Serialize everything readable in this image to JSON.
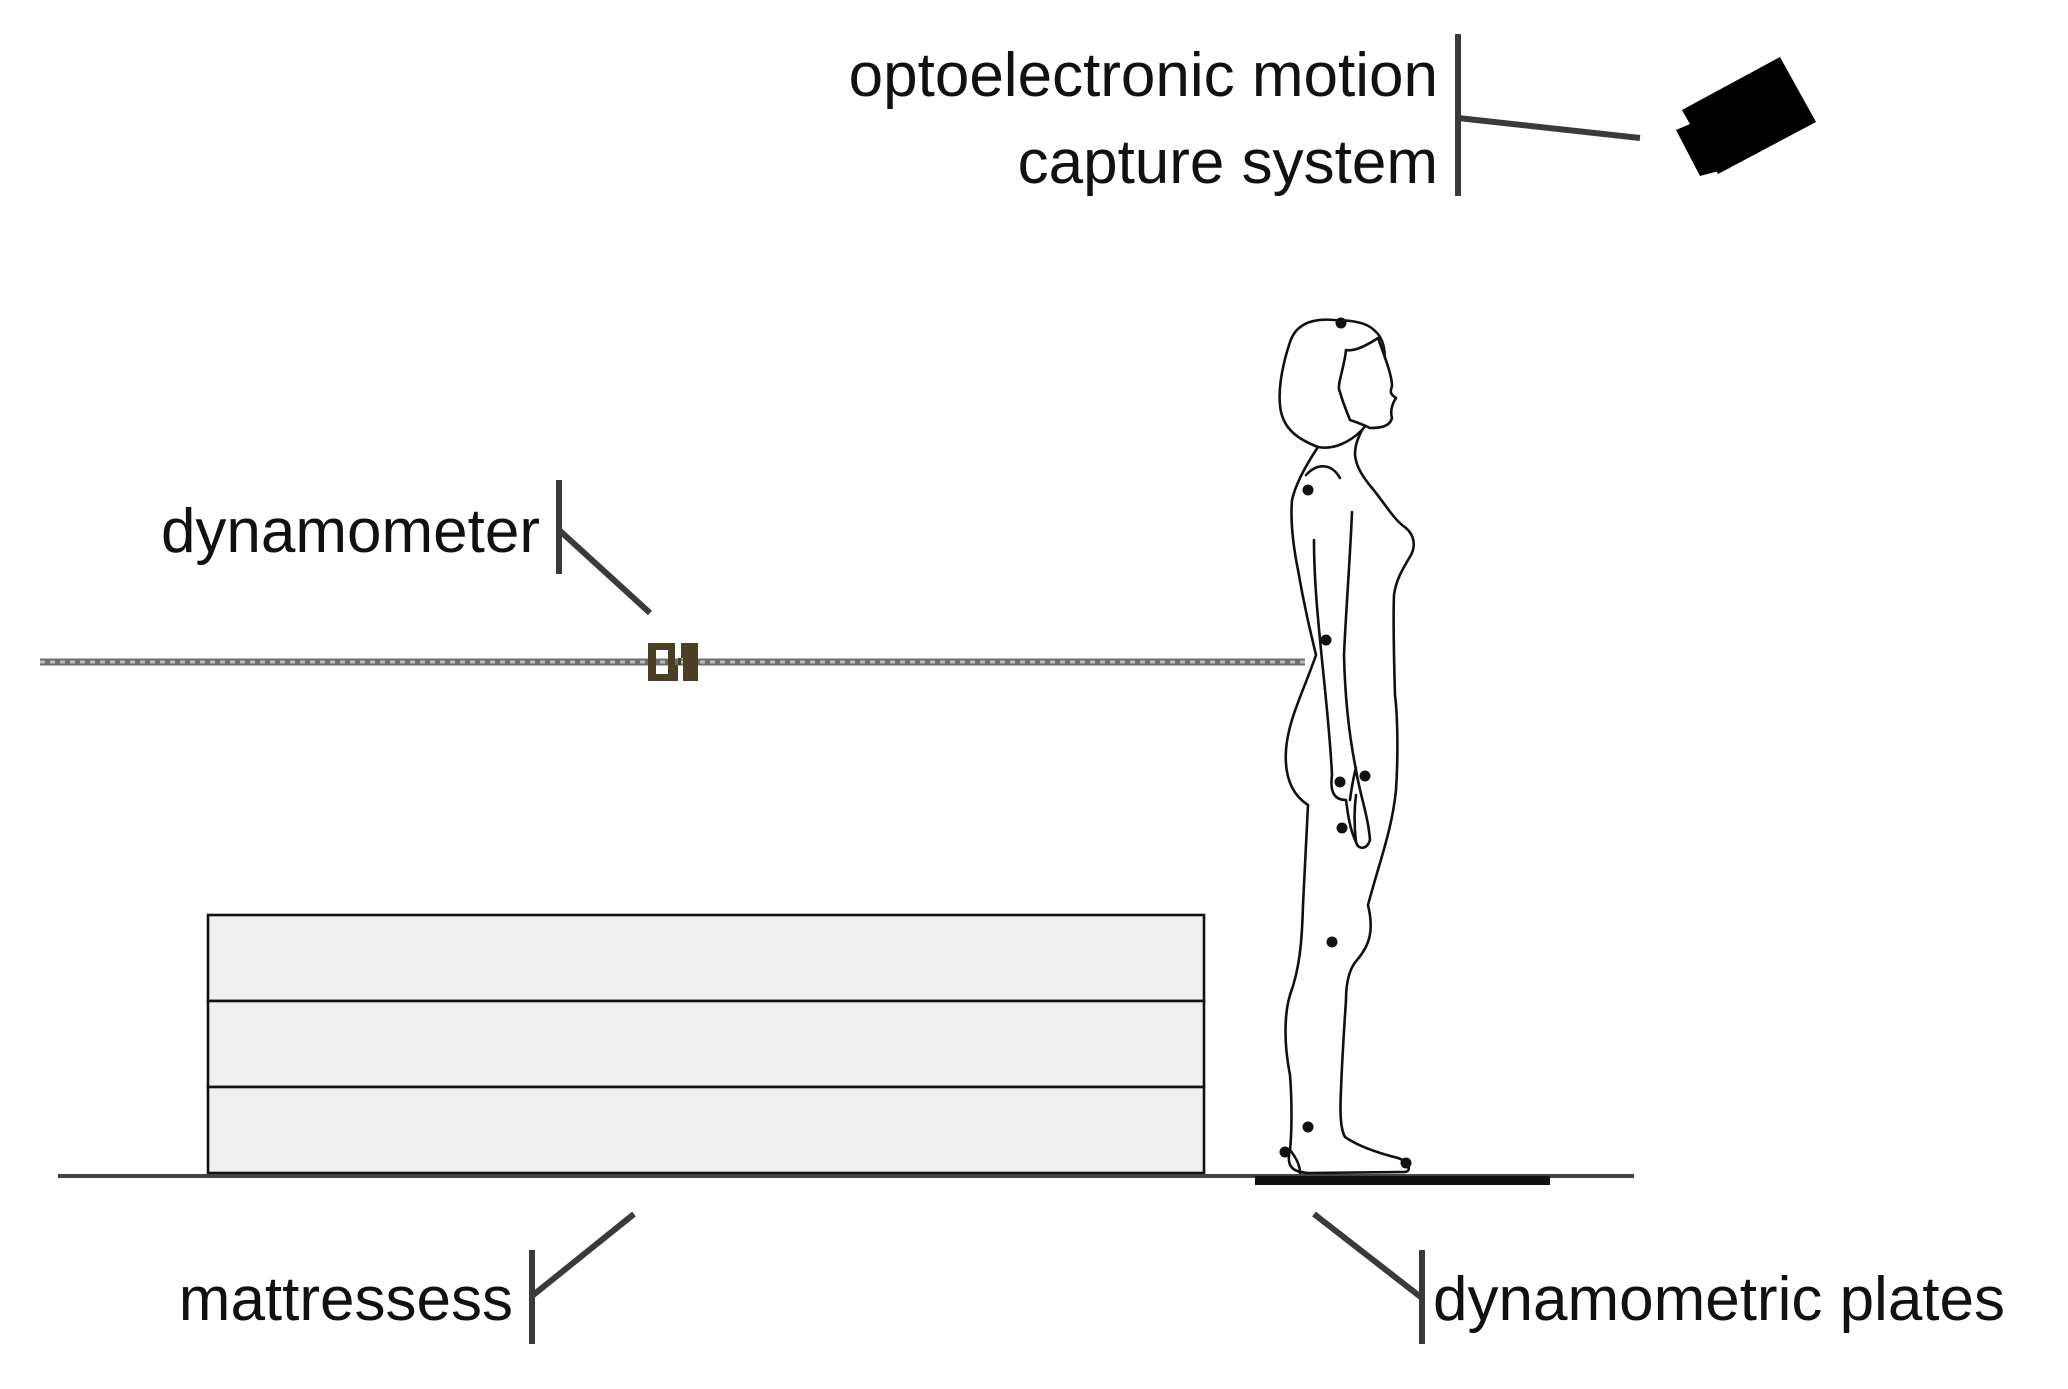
{
  "labels": {
    "camera_line1": "optoelectronic motion",
    "camera_line2": "capture system",
    "dynamometer": "dynamometer",
    "mattresses": "mattressess",
    "plates": "dynamometric plates"
  },
  "icons": {
    "camera": "video-camera-icon",
    "dynamometer": "dynamometer-icon",
    "person": "standing-woman-figure"
  },
  "mattress_count": 3,
  "colors": {
    "mattress_fill": "#f0f0f0",
    "dynamometer": "#4a3f22",
    "rope": "#7a7a7a",
    "ink": "#111111",
    "leader": "#3a3a3a"
  }
}
